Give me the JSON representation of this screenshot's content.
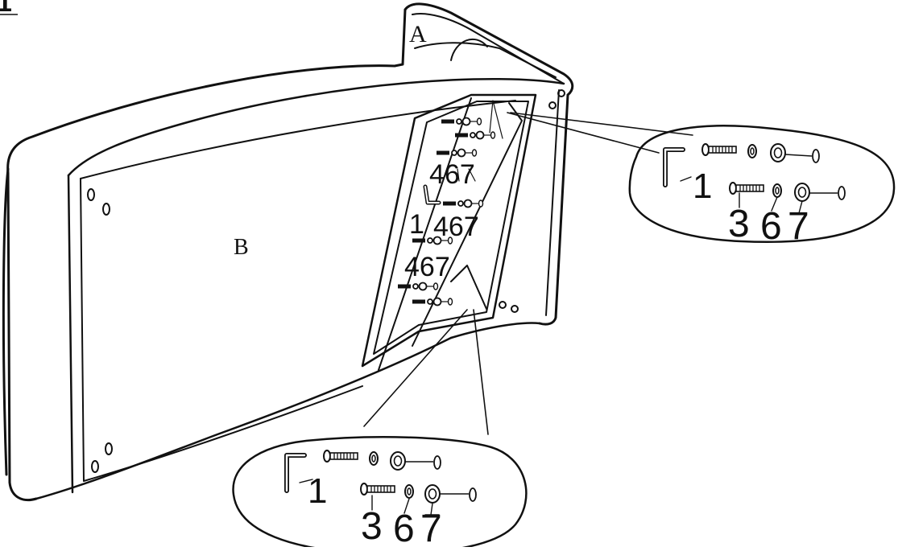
{
  "diagram": {
    "step_number": "1",
    "labels": {
      "part_a": "A",
      "part_b": "B"
    },
    "main_part_groups": [
      {
        "text": "467"
      },
      {
        "text": "1"
      },
      {
        "text": "467"
      },
      {
        "text": "467"
      }
    ],
    "callout_top_right": {
      "tool_label": "1",
      "part_numbers": [
        "3",
        "6",
        "7"
      ]
    },
    "callout_bottom": {
      "tool_label": "1",
      "part_numbers": [
        "3",
        "6",
        "7"
      ]
    }
  }
}
